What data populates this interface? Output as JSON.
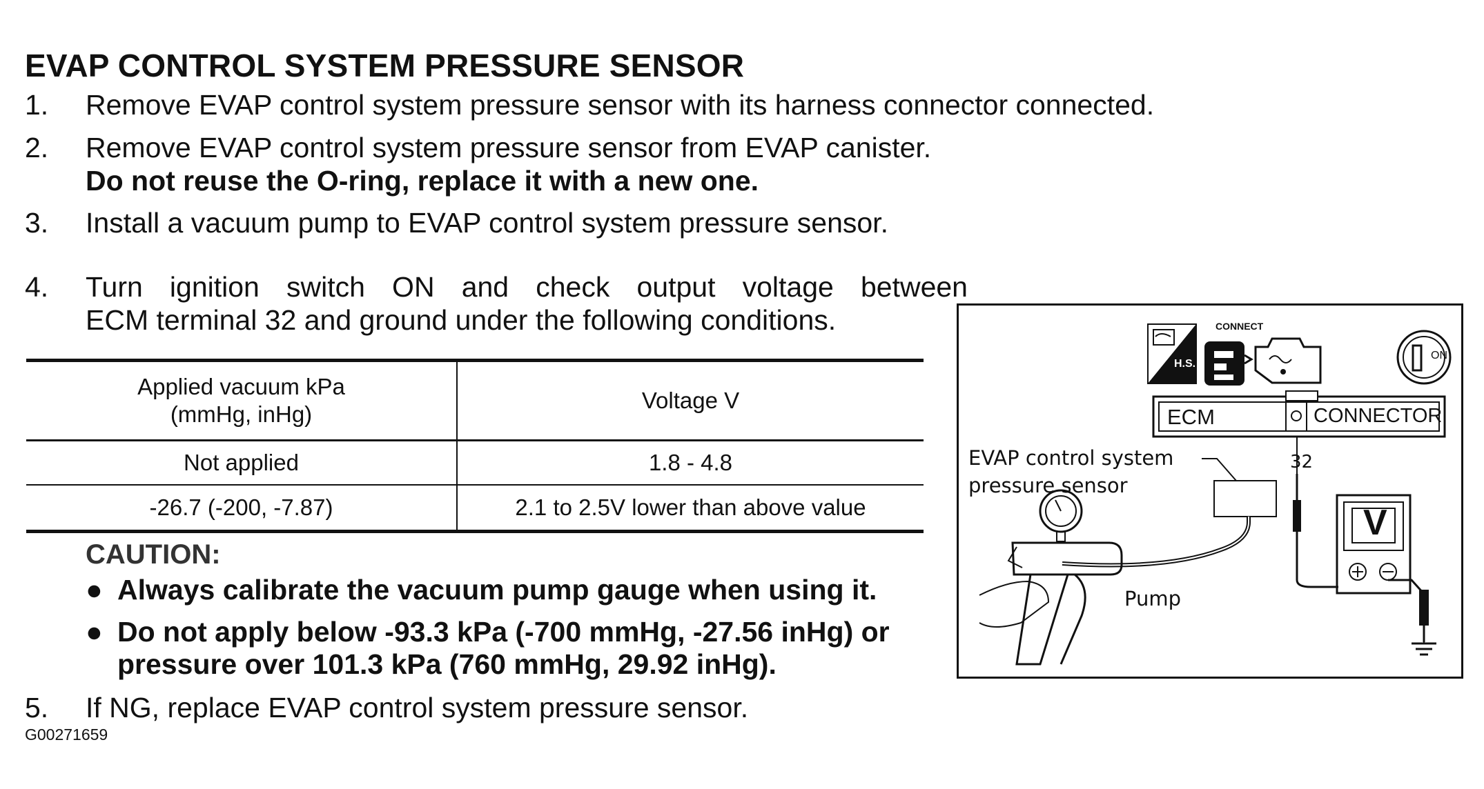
{
  "title": "EVAP CONTROL SYSTEM PRESSURE SENSOR",
  "steps": [
    {
      "num": "1.",
      "text": "Remove EVAP control system pressure sensor with its harness connector connected."
    },
    {
      "num": "2.",
      "text": "Remove EVAP control system pressure sensor from EVAP canister.",
      "note": "Do not reuse the O-ring, replace it with a new one."
    },
    {
      "num": "3.",
      "text": "Install a vacuum pump to EVAP control system pressure sensor."
    },
    {
      "num": "4.",
      "line1": "Turn ignition switch  ON  and check output voltage between",
      "line2": "ECM terminal 32 and ground under the following conditions."
    },
    {
      "num": "5.",
      "text": "If NG, replace EVAP control system pressure sensor."
    }
  ],
  "table": {
    "header_col1_line1": "Applied vacuum kPa",
    "header_col1_line2": "(mmHg, inHg)",
    "header_col2": "Voltage V",
    "rows": [
      {
        "vacuum": "Not applied",
        "voltage": "1.8 - 4.8"
      },
      {
        "vacuum": "-26.7 (-200, -7.87)",
        "voltage": "2.1 to 2.5V lower than above value"
      }
    ]
  },
  "caution": {
    "label": "CAUTION:",
    "bullets": [
      {
        "line1": "Always calibrate the vacuum pump gauge when using it."
      },
      {
        "line1": "Do not apply below -93.3 kPa (-700 mmHg, -27.56 inHg) or",
        "line2": "pressure over 101.3 kPa (760 mmHg, 29.92 inHg)."
      }
    ]
  },
  "figure_code": "G00271659",
  "diagram": {
    "icon_hs": "H.S.",
    "icon_connect": "CONNECT",
    "icon_on": "ON",
    "ecm_label": "ECM",
    "connector_label": "CONNECTOR",
    "sensor_label_line1": "EVAP control system",
    "sensor_label_line2": "pressure sensor",
    "terminal": "32",
    "meter": "V",
    "pump_label": "Pump"
  }
}
